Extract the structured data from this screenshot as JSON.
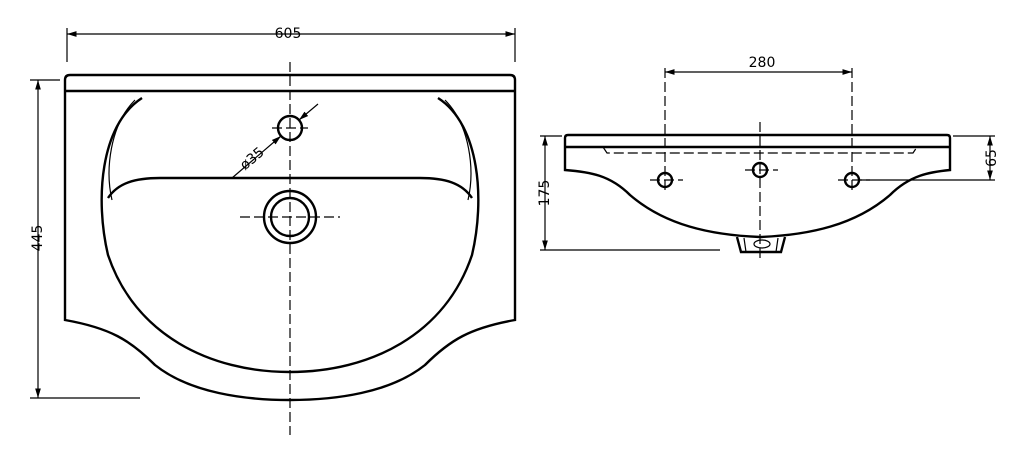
{
  "title": "Washbasin technical drawing",
  "top_view": {
    "width_label": "605",
    "depth_label": "445",
    "tap_hole_label": "ø35"
  },
  "side_view": {
    "hole_spacing_label": "280",
    "height_label": "175",
    "hole_height_label": "65"
  },
  "colors": {
    "line": "#000000",
    "background": "#ffffff"
  }
}
